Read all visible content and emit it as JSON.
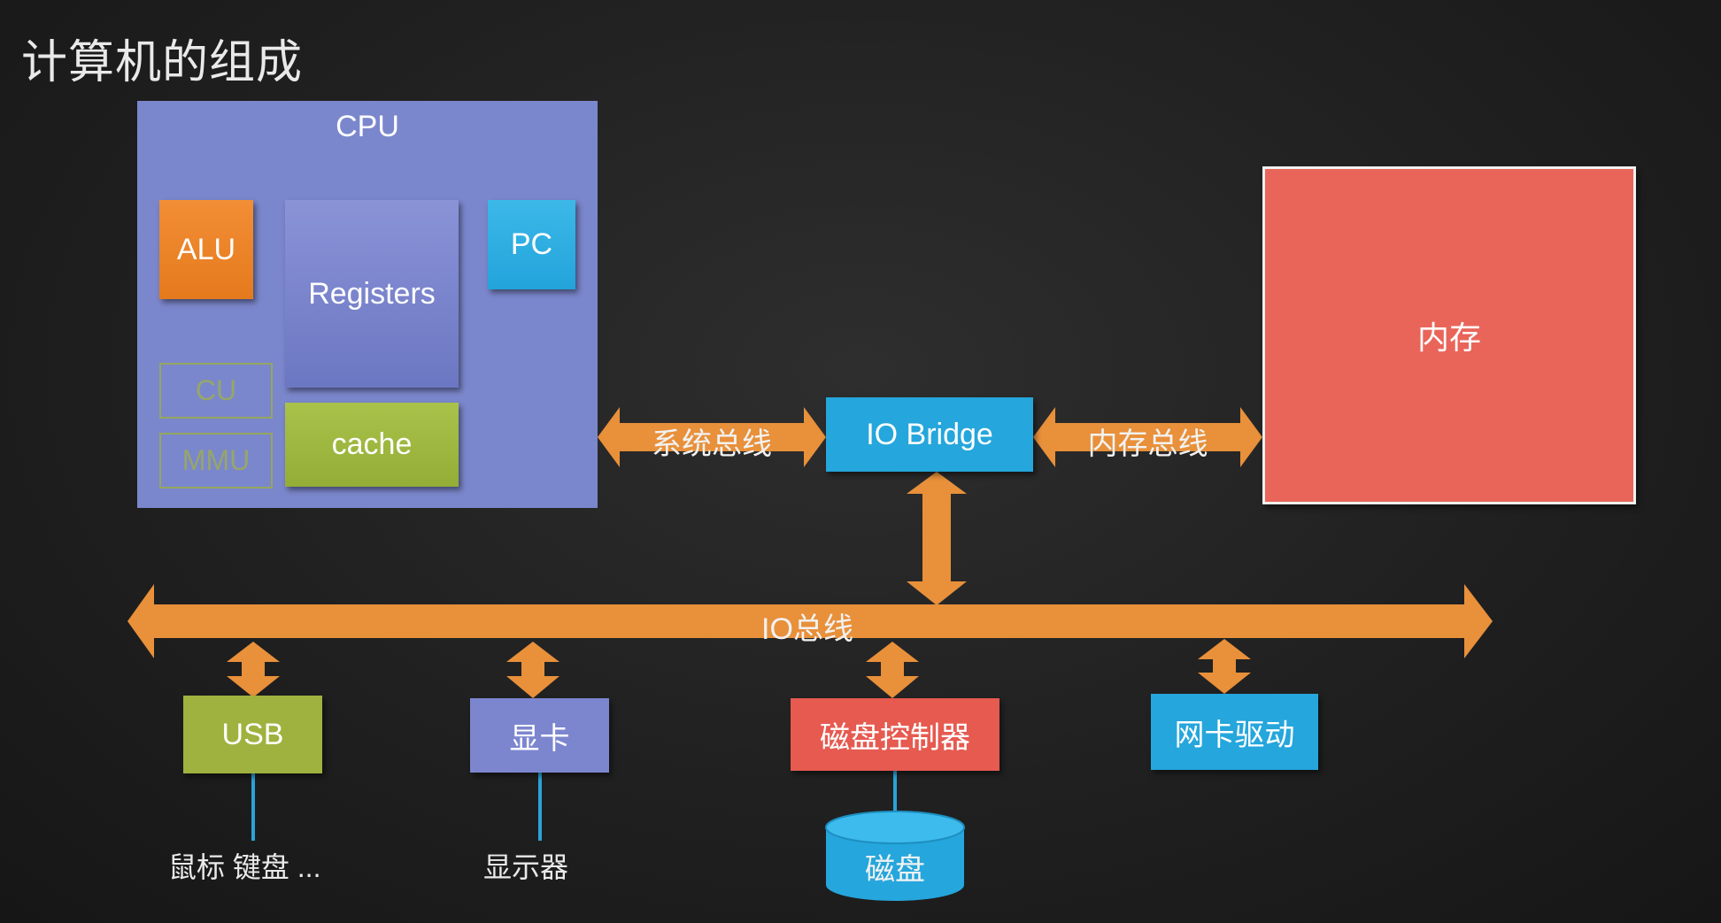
{
  "title": "计算机的组成",
  "cpu": {
    "label": "CPU",
    "alu": "ALU",
    "registers": "Registers",
    "pc": "PC",
    "cu": "CU",
    "mmu": "MMU",
    "cache": "cache"
  },
  "io_bridge": "IO Bridge",
  "memory": "内存",
  "buses": {
    "system": "系统总线",
    "memory": "内存总线",
    "io": "IO总线"
  },
  "devices": {
    "usb": "USB",
    "gpu": "显卡",
    "disk_controller": "磁盘控制器",
    "nic": "网卡驱动",
    "disk": "磁盘"
  },
  "peripherals": {
    "usb": "鼠标 键盘 ...",
    "gpu": "显示器"
  },
  "colors": {
    "arrow": "#e8903a",
    "cpu": "#7b87cc",
    "memory": "#e9655a",
    "io_bridge": "#25a6dc",
    "link": "#2ba3d8"
  }
}
